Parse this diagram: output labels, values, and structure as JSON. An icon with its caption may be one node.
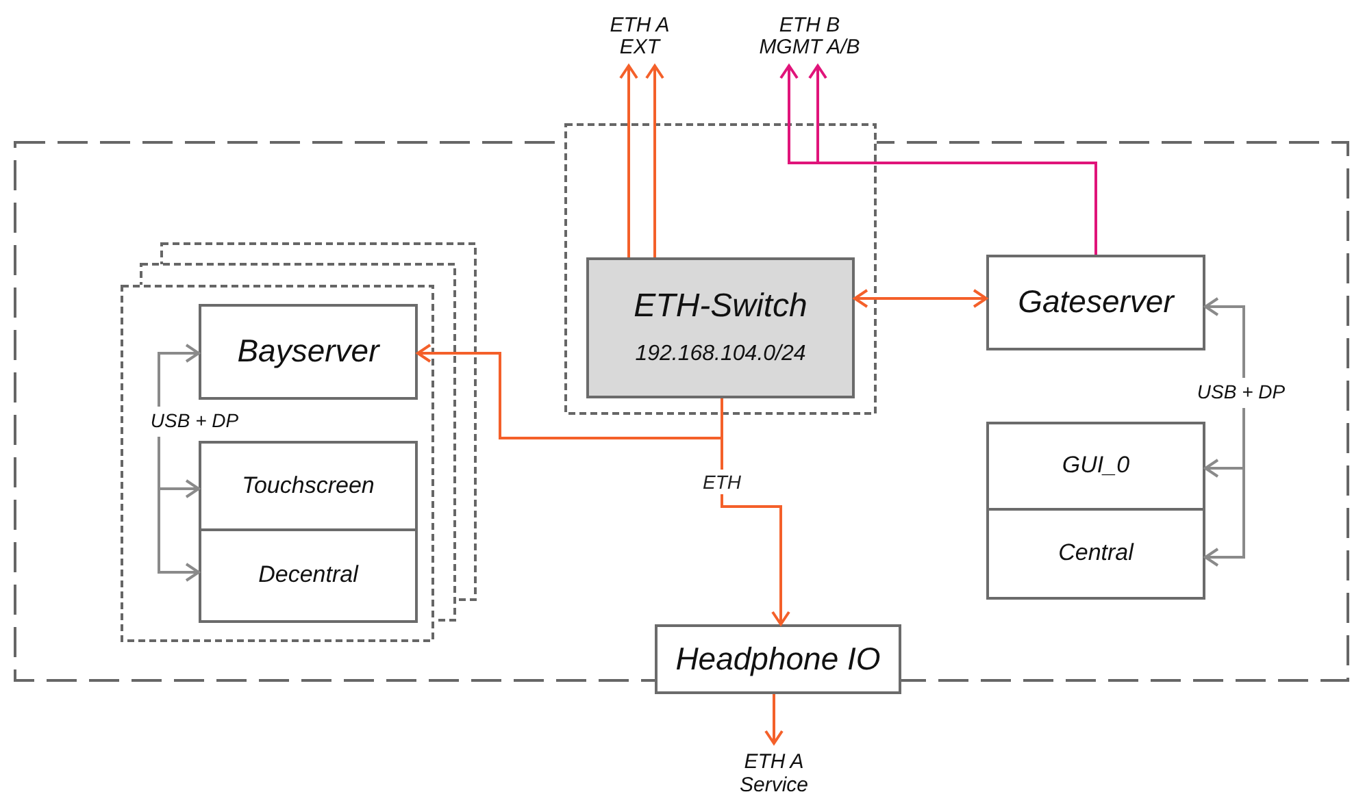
{
  "diagram": {
    "nodes": [
      {
        "text": [],
        "shape": "box"
      },
      {
        "text": [],
        "shape": "box"
      },
      {
        "text": [
          "ETH-Switch",
          "192.168.104.0/24"
        ],
        "in": 1
      },
      {
        "text": [],
        "shape": "box",
        "in": 0
      },
      {
        "text": [
          "Bayserver"
        ],
        "in": 3
      },
      {
        "text": [
          "Touchscreen"
        ],
        "in": 3
      },
      {
        "text": [
          "Decentral"
        ],
        "in": 3
      },
      {
        "text": [
          "Gateserver"
        ],
        "in": 0
      },
      {
        "text": [
          "GUI_0"
        ],
        "in": 0
      },
      {
        "text": [
          "Central"
        ],
        "in": 0
      },
      {
        "text": [
          "Headphone IO"
        ]
      },
      {
        "text": [
          "ETH A EXT"
        ]
      },
      {
        "text": [
          "ETH B MGMT A/B"
        ]
      },
      {
        "text": [
          "ETH A Service"
        ]
      },
      {
        "text": [
          "USB + DP"
        ],
        "in": 3
      },
      {
        "text": [
          "USB + DP"
        ],
        "in": 0
      }
    ],
    "edges": [
      {
        "from": 2,
        "to": 11,
        "arrow": "to",
        "color": "#f4602a"
      },
      {
        "from": 2,
        "to": 11,
        "arrow": "to",
        "color": "#f4602a"
      },
      {
        "from": 7,
        "to": 12,
        "arrow": "to",
        "color": "#e0147a"
      },
      {
        "from": 7,
        "to": 12,
        "arrow": "to",
        "color": "#e0147a"
      },
      {
        "from": 2,
        "to": 7,
        "arrow": "both",
        "color": "#f4602a"
      },
      {
        "from": 2,
        "to": 4,
        "arrow": "to",
        "color": "#f4602a"
      },
      {
        "from": 2,
        "to": 10,
        "arrow": "to",
        "label": "ETH",
        "color": "#f4602a"
      },
      {
        "from": 10,
        "to": 13,
        "arrow": "to",
        "color": "#f4602a"
      },
      {
        "from": 14,
        "to": 4,
        "arrow": "to",
        "color": "#8a8a8a"
      },
      {
        "from": 14,
        "to": 5,
        "arrow": "to",
        "color": "#8a8a8a"
      },
      {
        "from": 14,
        "to": 6,
        "arrow": "to",
        "color": "#8a8a8a"
      },
      {
        "from": 15,
        "to": 7,
        "arrow": "to",
        "color": "#8a8a8a"
      },
      {
        "from": 15,
        "to": 8,
        "arrow": "to",
        "color": "#8a8a8a"
      },
      {
        "from": 15,
        "to": 9,
        "arrow": "to",
        "color": "#8a8a8a"
      }
    ]
  }
}
